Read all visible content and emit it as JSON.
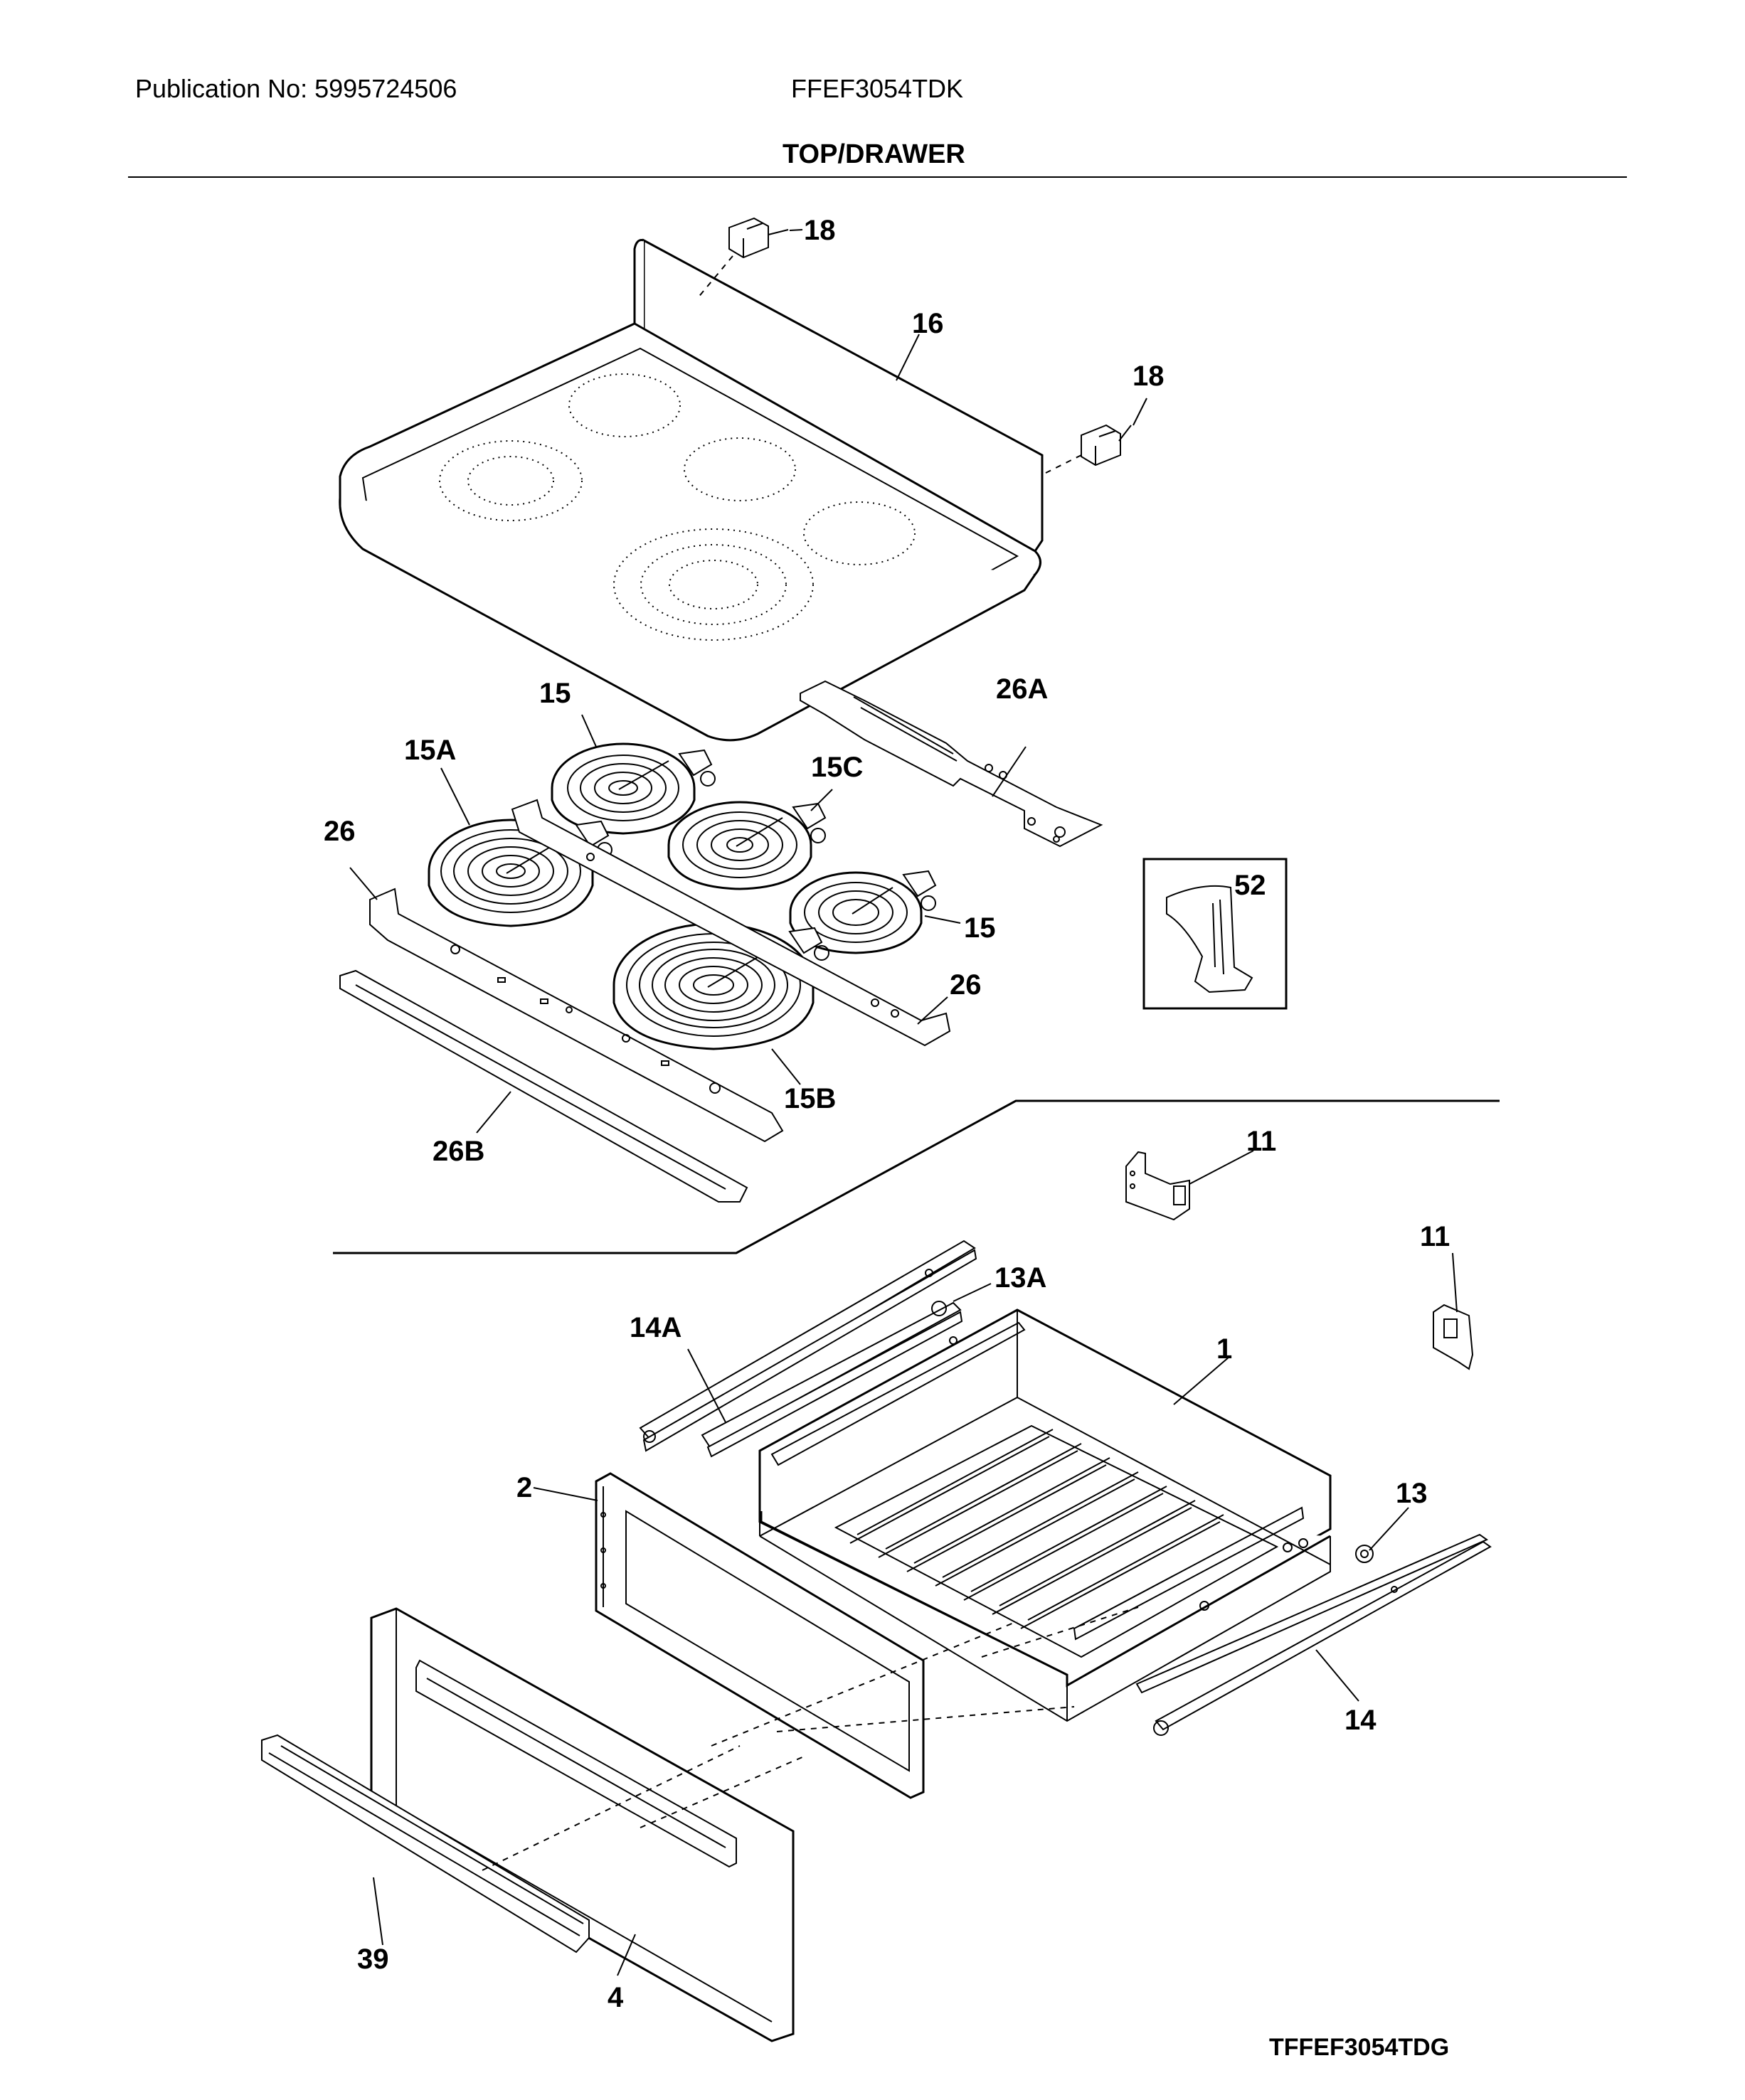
{
  "header": {
    "publication": "Publication No: 5995724506",
    "model": "FFEF3054TDK",
    "section_title": "TOP/DRAWER"
  },
  "footer": {
    "reference": "TFFEF3054TDG"
  },
  "part_labels": {
    "p1": "1",
    "p2": "2",
    "p4": "4",
    "p11a": "11",
    "p11b": "11",
    "p13": "13",
    "p13A": "13A",
    "p14": "14",
    "p14A": "14A",
    "p15a": "15",
    "p15b": "15",
    "p15A": "15A",
    "p15B": "15B",
    "p15C": "15C",
    "p16": "16",
    "p18a": "18",
    "p18b": "18",
    "p26a": "26",
    "p26b": "26",
    "p26A": "26A",
    "p26B": "26B",
    "p39": "39",
    "p52": "52"
  }
}
